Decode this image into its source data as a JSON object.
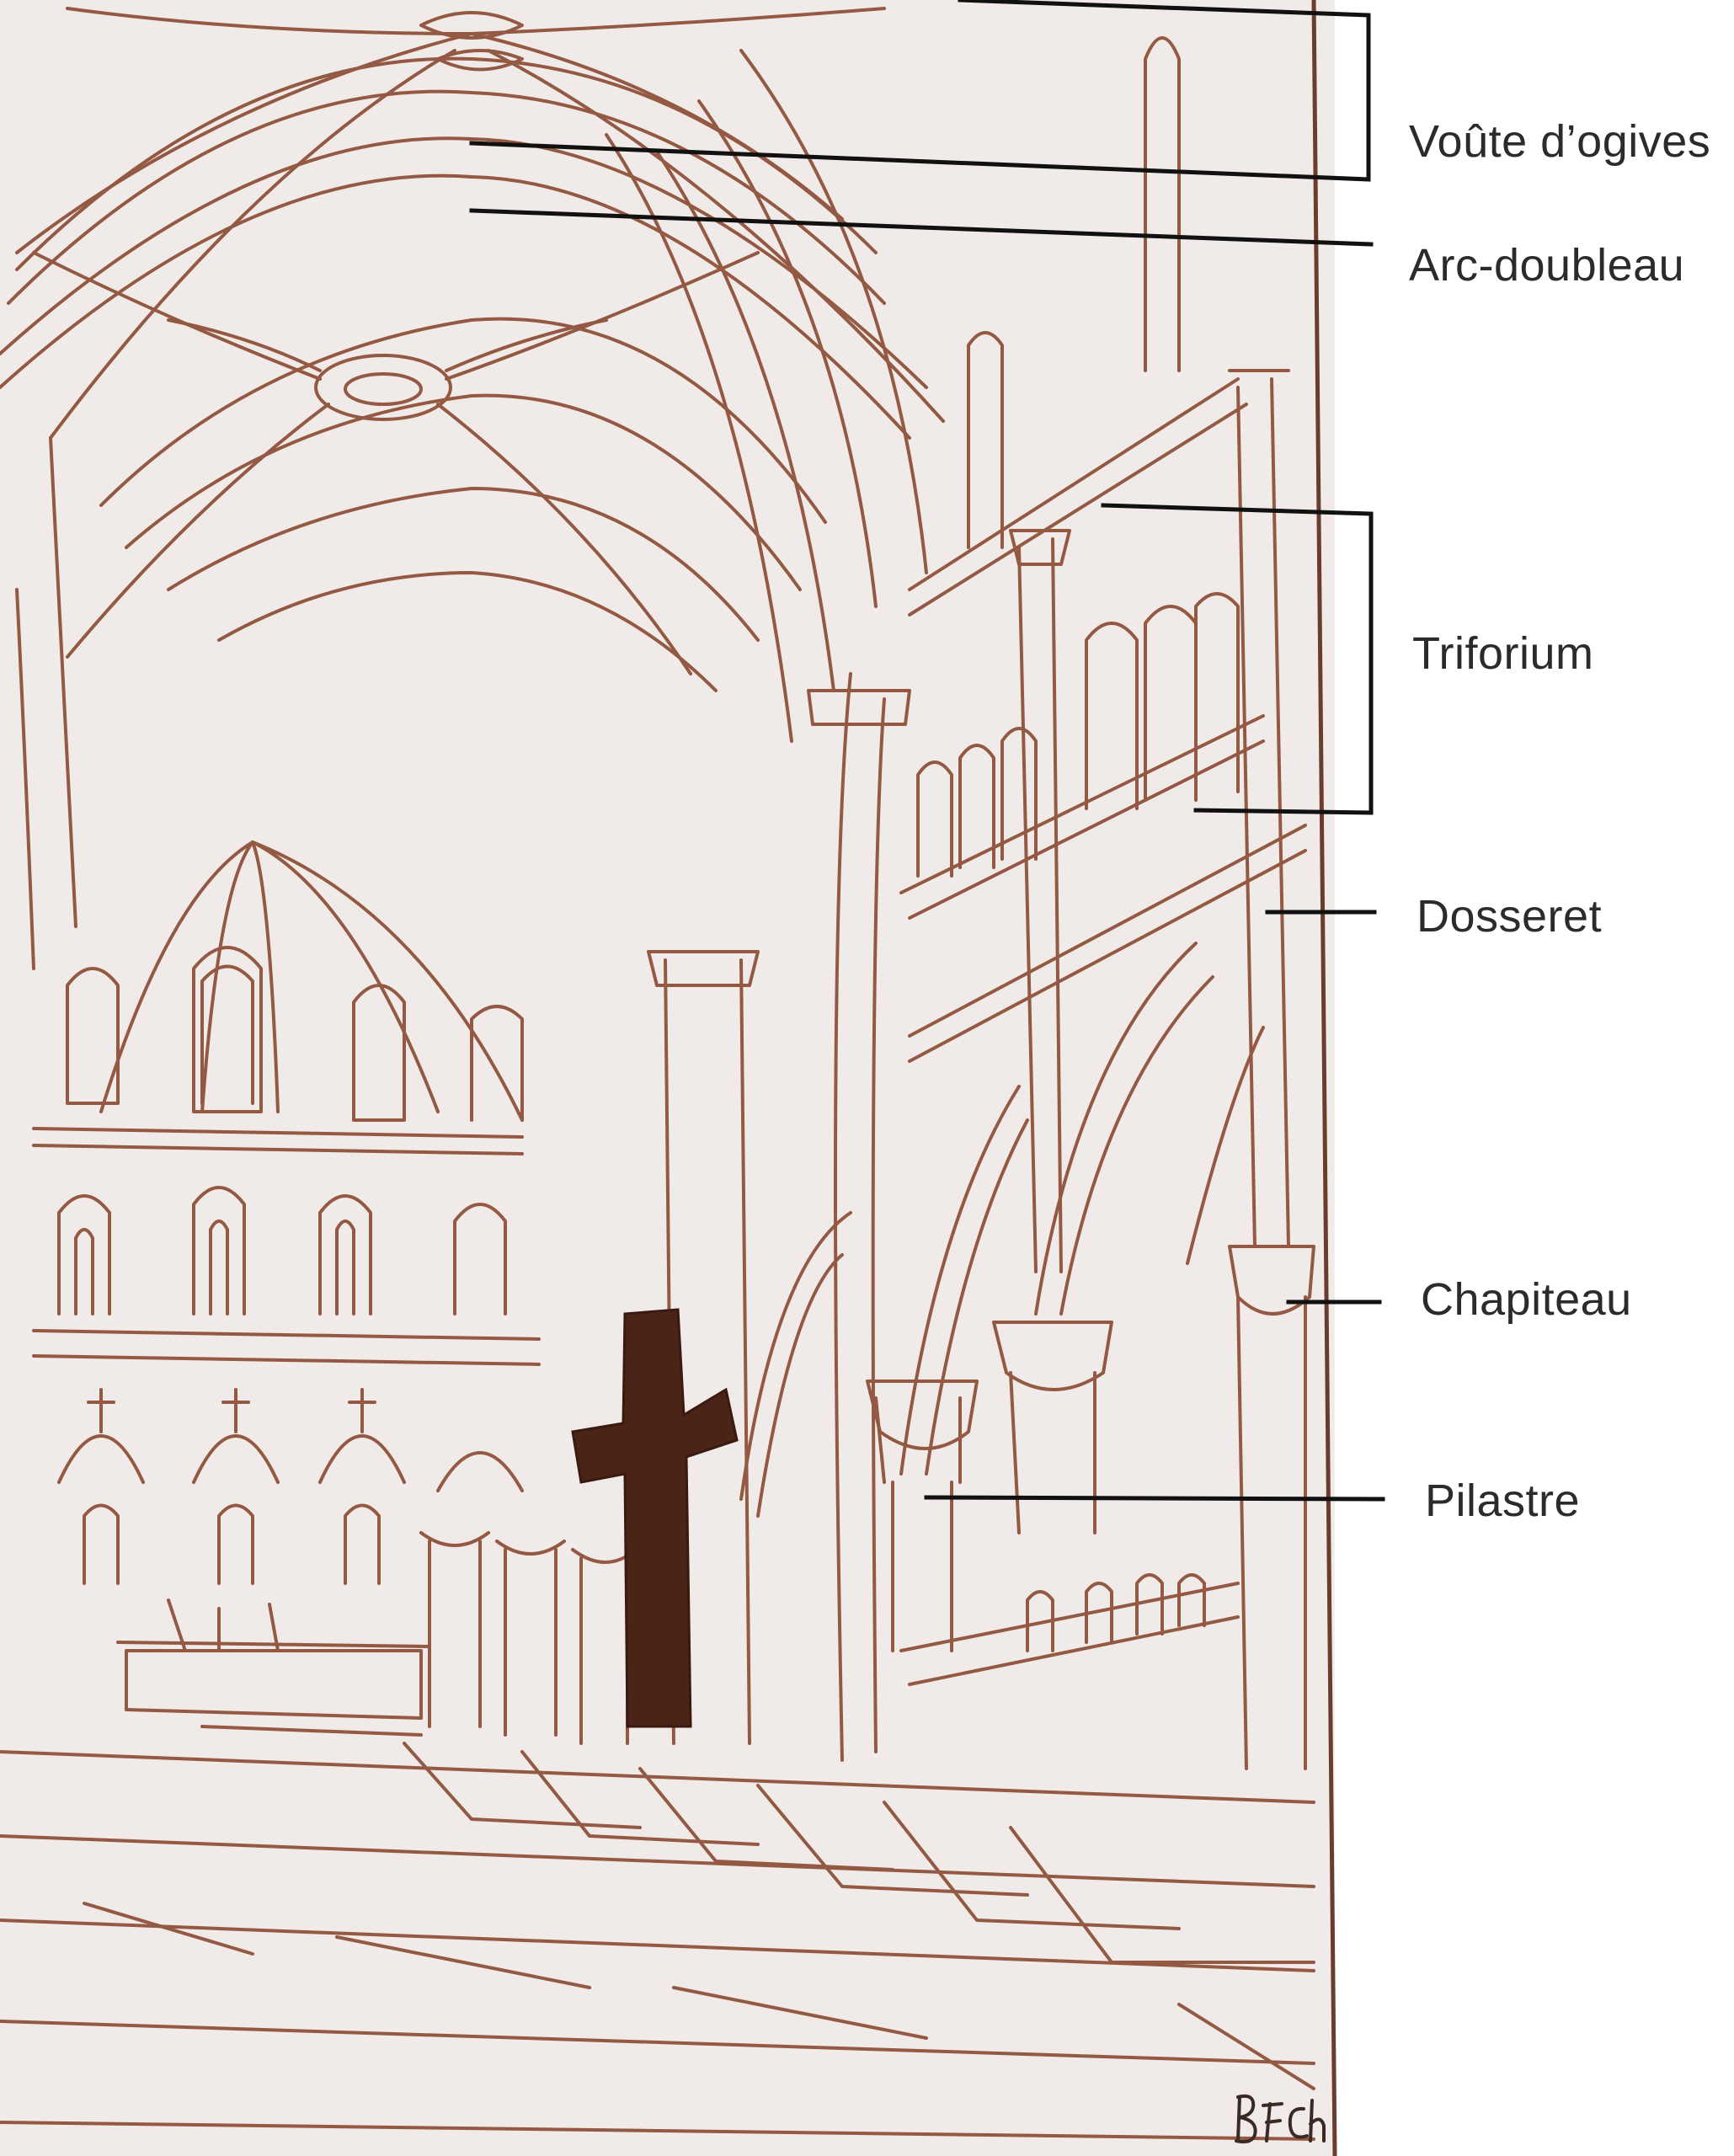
{
  "colors": {
    "sketch": "#8a4a32",
    "sketch_dark": "#4b2418",
    "paper": "#f0ebe8",
    "callout_line": "#111111",
    "label_text": "#2b2b2b"
  },
  "labels": {
    "voute_d_ogives": "Voûte d’ogives",
    "arc_doubleau": "Arc-doubleau",
    "triforium": "Triforium",
    "dosseret": "Dosseret",
    "chapiteau": "Chapiteau",
    "pilastre": "Pilastre"
  },
  "signature": "BFch",
  "icons": {
    "cross": "cross-icon",
    "signature": "artist-signature"
  }
}
